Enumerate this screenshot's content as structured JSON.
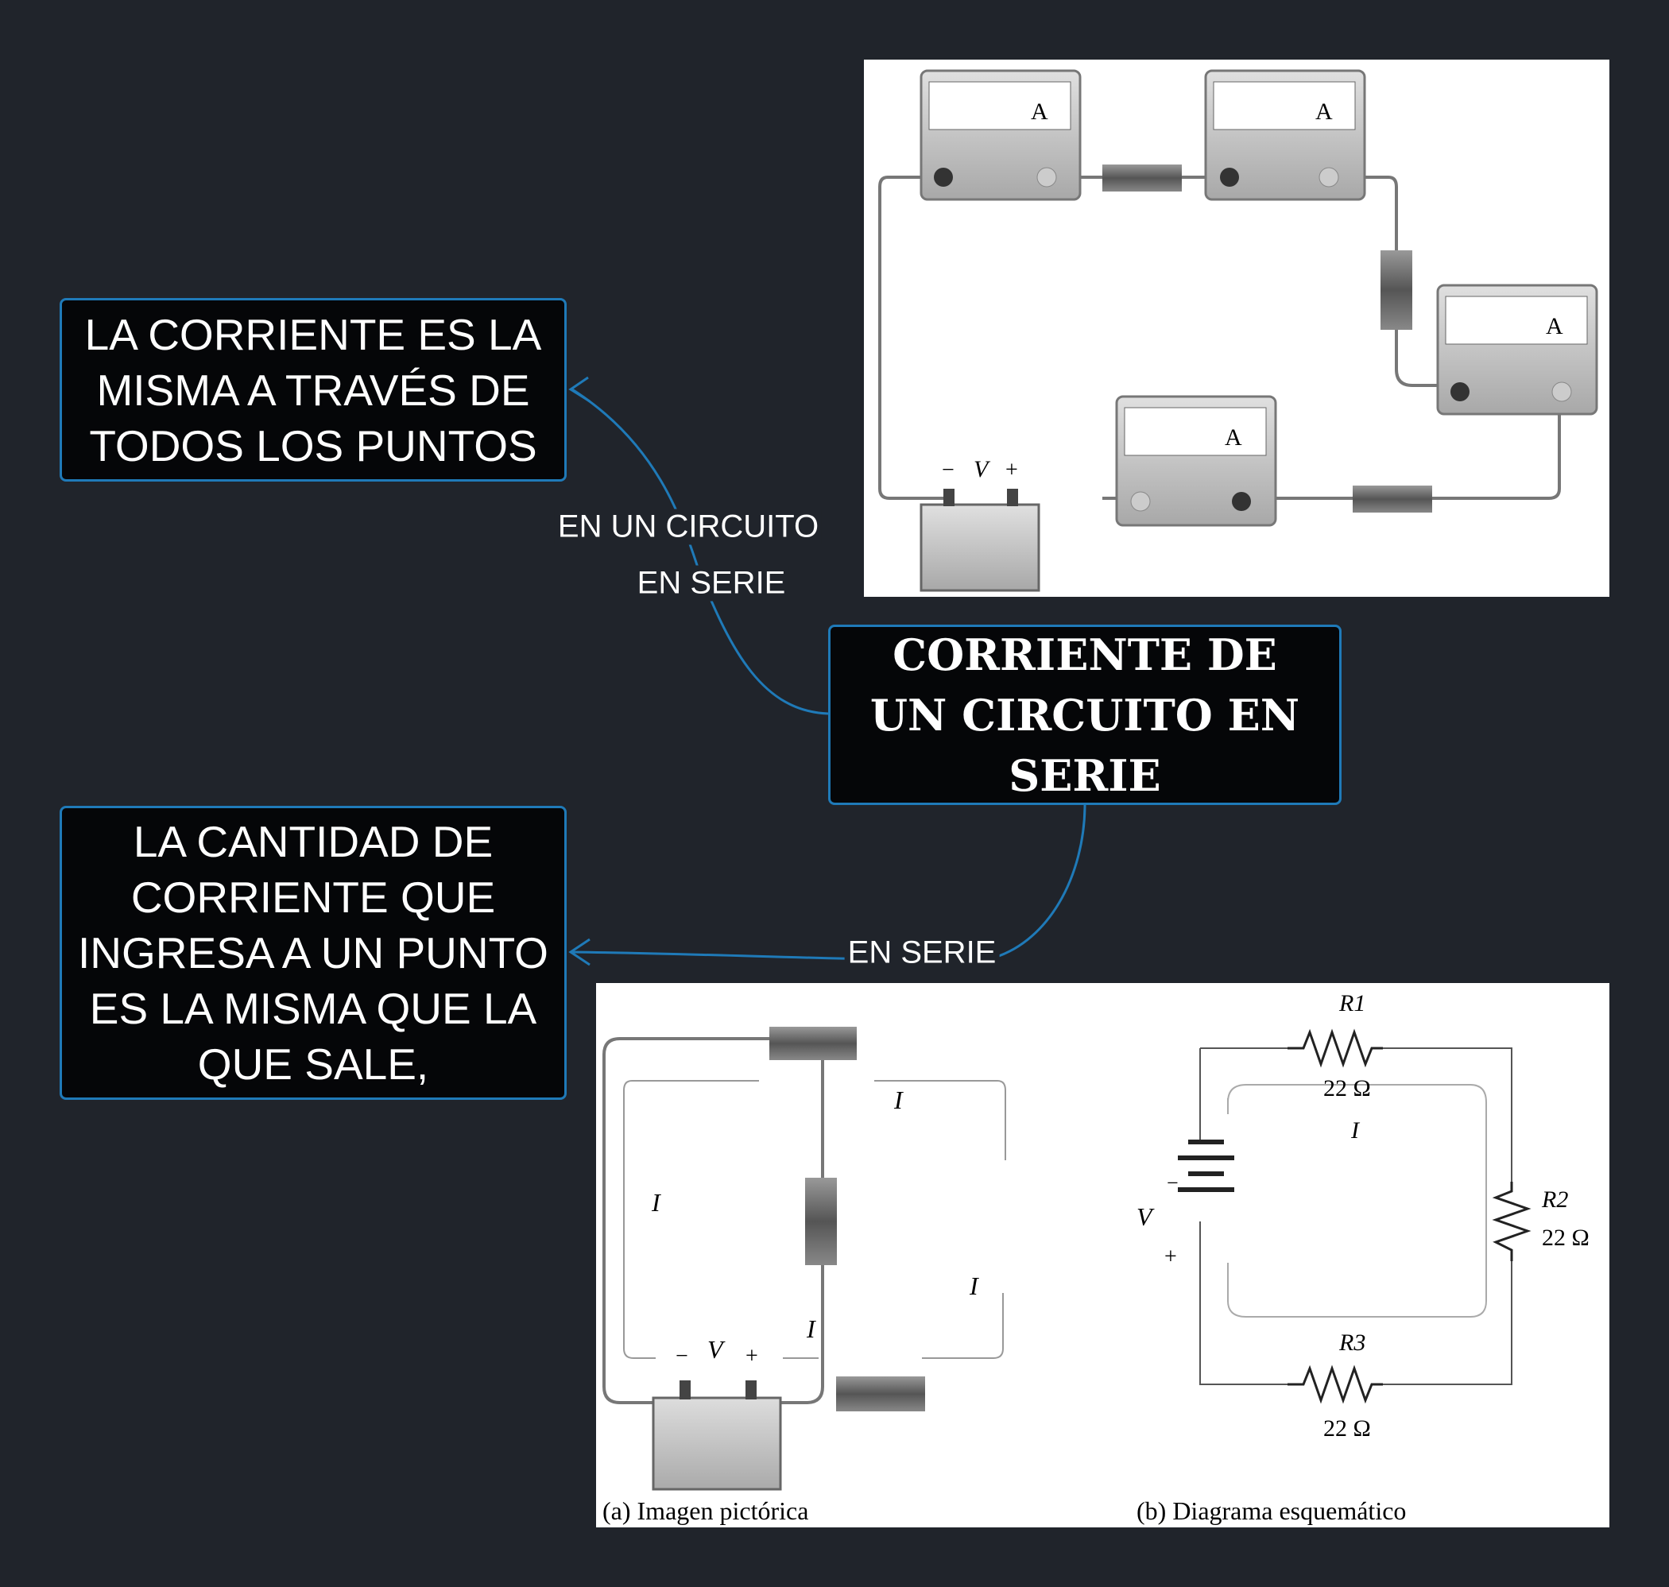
{
  "central": {
    "text": "CORRIENTE DE UN CIRCUITO EN SERIE"
  },
  "nodes": [
    {
      "text": "LA CORRIENTE ES LA MISMA A TRAVÉS DE TODOS LOS PUNTOS"
    },
    {
      "text": "LA CANTIDAD DE CORRIENTE QUE INGRESA A UN PUNTO ES LA MISMA QUE LA QUE SALE,"
    }
  ],
  "links": [
    {
      "label_line1": "EN UN CIRCUITO",
      "label_line2": "EN SERIE"
    },
    {
      "label": "EN SERIE"
    }
  ],
  "colors": {
    "background": "#20242b",
    "node_fill": "#050608",
    "border": "#1f7ab8"
  },
  "image_top": {
    "ammeter_unit": "A",
    "minus": "−",
    "plus": "+",
    "voltage": "V"
  },
  "image_bottom": {
    "current": "I",
    "voltage": "V",
    "minus": "−",
    "plus": "+",
    "r1": "R1",
    "r2": "R2",
    "r3": "R3",
    "r1_value": "22 Ω",
    "r2_value": "22 Ω",
    "r3_value": "22 Ω",
    "caption_a": "(a) Imagen pictórica",
    "caption_b": "(b) Diagrama esquemático"
  }
}
